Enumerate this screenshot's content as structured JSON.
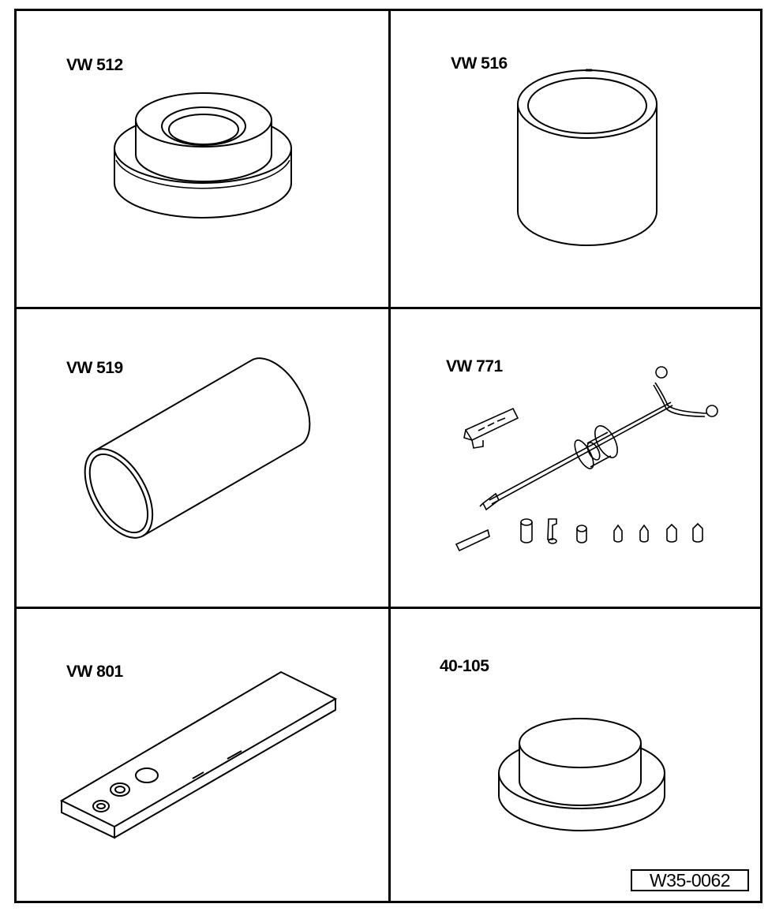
{
  "tools": [
    {
      "label": "VW 512",
      "icon": "stepped-ring-drift-icon"
    },
    {
      "label": "VW 516",
      "icon": "cylinder-sleeve-icon"
    },
    {
      "label": "VW 519",
      "icon": "tube-sleeve-icon"
    },
    {
      "label": "VW 771",
      "icon": "slide-hammer-kit-icon"
    },
    {
      "label": "VW 801",
      "icon": "flat-bar-plate-icon"
    },
    {
      "label": "40-105",
      "icon": "stepped-disc-drift-icon"
    }
  ],
  "figure_ref": "W35-0062"
}
